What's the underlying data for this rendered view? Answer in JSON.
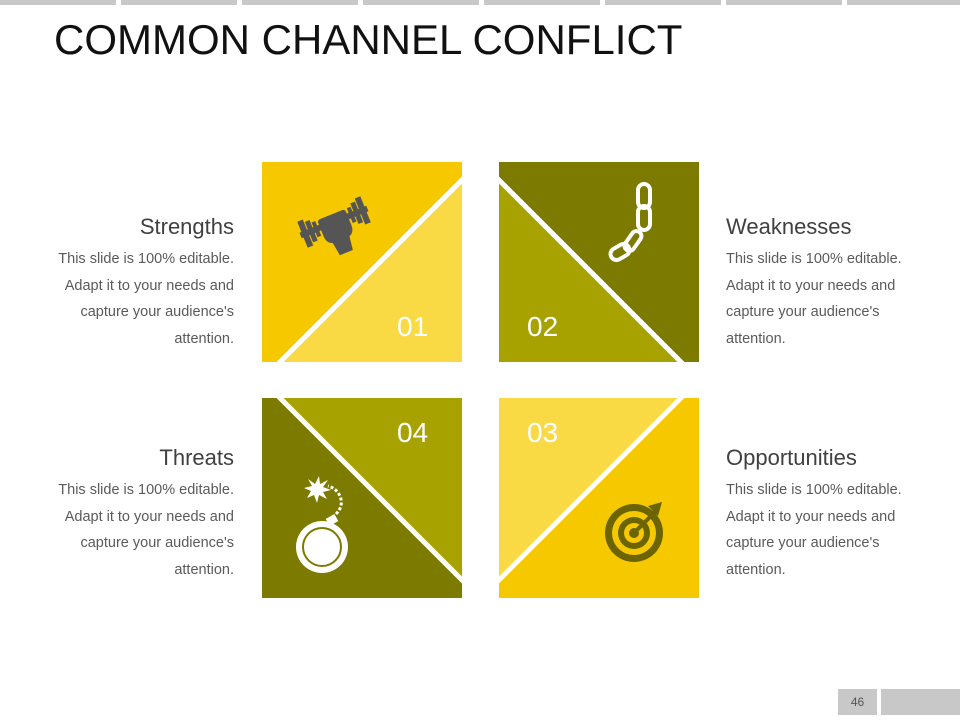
{
  "title": "COMMON CHANNEL CONFLICT",
  "colors": {
    "yellow": "#f6c800",
    "yellow_light": "#f9d944",
    "olive_dark": "#7d7a00",
    "olive_mid": "#a8a200",
    "gray_bar": "#c8c8c8"
  },
  "quadrants": [
    {
      "number": "01",
      "label": "Strengths",
      "icon": "weightlifting-fist-icon",
      "description": [
        "This slide is 100% editable.",
        "Adapt it to your needs and",
        "capture your audience's",
        "attention."
      ]
    },
    {
      "number": "02",
      "label": "Weaknesses",
      "icon": "broken-chain-icon",
      "description": [
        "This slide is 100% editable.",
        "Adapt it to your needs and",
        "capture your audience's",
        "attention."
      ]
    },
    {
      "number": "03",
      "label": "Opportunities",
      "icon": "target-icon",
      "description": [
        "This slide is 100% editable.",
        "Adapt it to your needs and",
        "capture your audience's",
        "attention."
      ]
    },
    {
      "number": "04",
      "label": "Threats",
      "icon": "bomb-icon",
      "description": [
        "This slide is 100% editable.",
        "Adapt it to your needs and",
        "capture your audience's",
        "attention."
      ]
    }
  ],
  "page_number": "46"
}
